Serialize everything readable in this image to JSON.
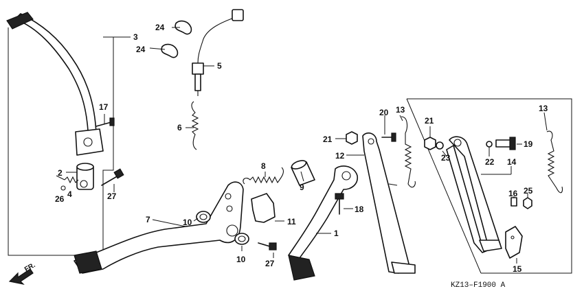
{
  "labels": {
    "l1": "1",
    "l2": "2",
    "l3": "3",
    "l4": "4",
    "l5": "5",
    "l6": "6",
    "l7": "7",
    "l8": "8",
    "l9": "9",
    "l10a": "10",
    "l10b": "10",
    "l11": "11",
    "l12": "12",
    "l13a": "13",
    "l13b": "13",
    "l14": "14",
    "l15": "15",
    "l16": "16",
    "l17": "17",
    "l18": "18",
    "l19": "19",
    "l20": "20",
    "l21a": "21",
    "l21b": "21",
    "l22": "22",
    "l23": "23",
    "l24a": "24",
    "l24b": "24",
    "l25": "25",
    "l26": "26",
    "l27a": "27",
    "l27b": "27"
  },
  "diagram_code": "KZ13–F1900 A",
  "direction_label": "FR."
}
